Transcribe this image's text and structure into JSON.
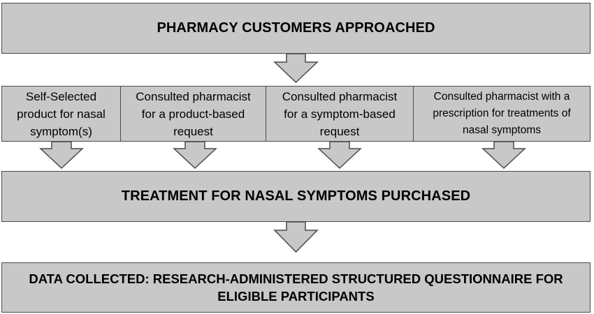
{
  "flowchart": {
    "top_heading": "PHARMACY CUSTOMERS APPROACHED",
    "pathways": [
      "Self-Selected\nproduct for nasal\nsymptom(s)",
      "Consulted pharmacist\nfor a product-based\nrequest",
      "Consulted pharmacist\nfor a symptom-based\nrequest",
      "Consulted pharmacist with a\nprescription for treatments of\nnasal symptoms"
    ],
    "middle_heading": "TREATMENT FOR NASAL SYMPTOMS PURCHASED",
    "bottom_heading": "DATA COLLECTED: RESEARCH-ADMINISTERED STRUCTURED QUESTIONNAIRE FOR\nELIGIBLE PARTICIPANTS"
  },
  "colors": {
    "box_fill": "#c8c8c8",
    "box_border": "#4a4a4a",
    "text": "#000000"
  }
}
